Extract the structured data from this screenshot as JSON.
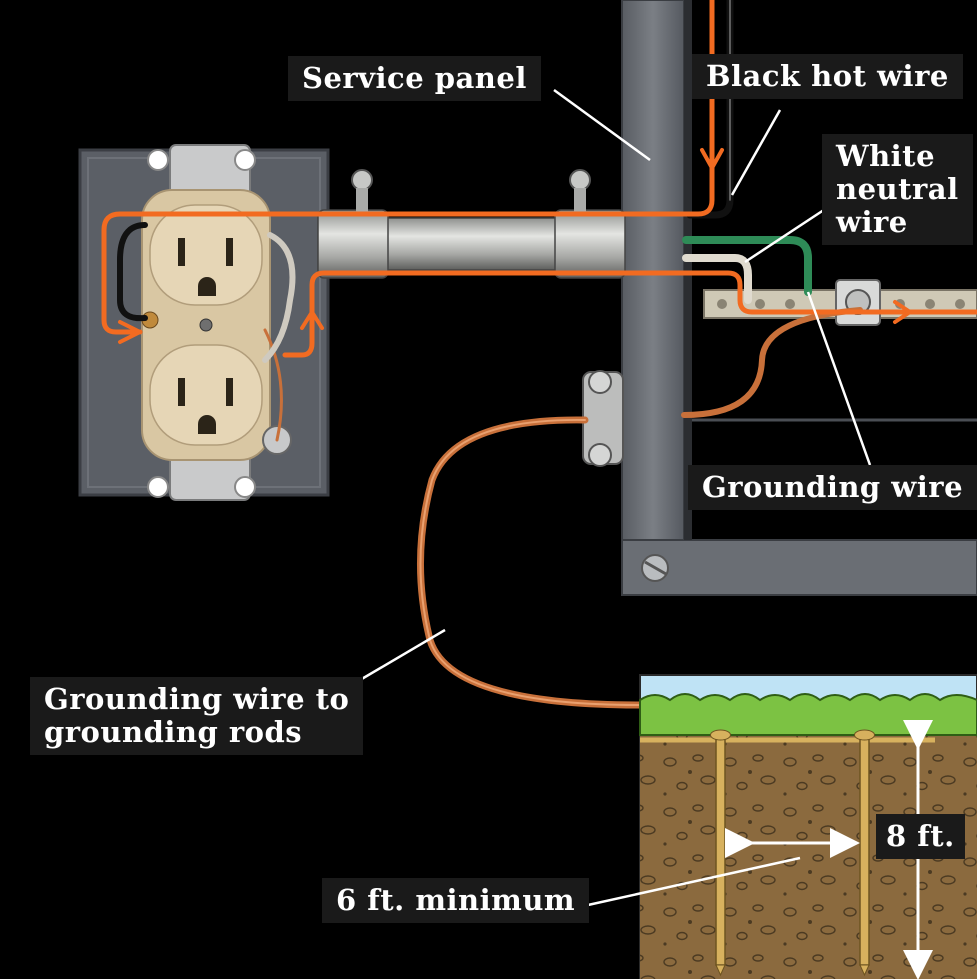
{
  "labels": {
    "service_panel": "Service panel",
    "black_hot_wire": "Black hot wire",
    "white_neutral_wire": [
      "White",
      "neutral",
      "wire"
    ],
    "grounding_wire": "Grounding wire",
    "grounding_wire_to_rods": [
      "Grounding wire to",
      "grounding rods"
    ],
    "rod_spacing": "6 ft. minimum",
    "rod_depth": "8 ft."
  },
  "colors": {
    "background": "#000000",
    "panel": "#6e7278",
    "outlet_box": "#5e6268",
    "receptacle": "#e0cfae",
    "conduit": "#b8b9b6",
    "hot_path": "#f26b21",
    "ground_wire": "#c8703a",
    "neutral_wire": "#d9d4c8",
    "green_wire": "#2e8b57",
    "sky": "#bfe3f5",
    "grass": "#7cc243",
    "soil": "#8b6a3e",
    "rod": "#d7b15e",
    "label_bg": "#1a1a1a",
    "label_text": "#ffffff"
  },
  "icons": [
    "outlet-box",
    "duplex-receptacle",
    "service-panel",
    "neutral-bus-bar",
    "grounding-rod",
    "double-arrow-icon"
  ]
}
